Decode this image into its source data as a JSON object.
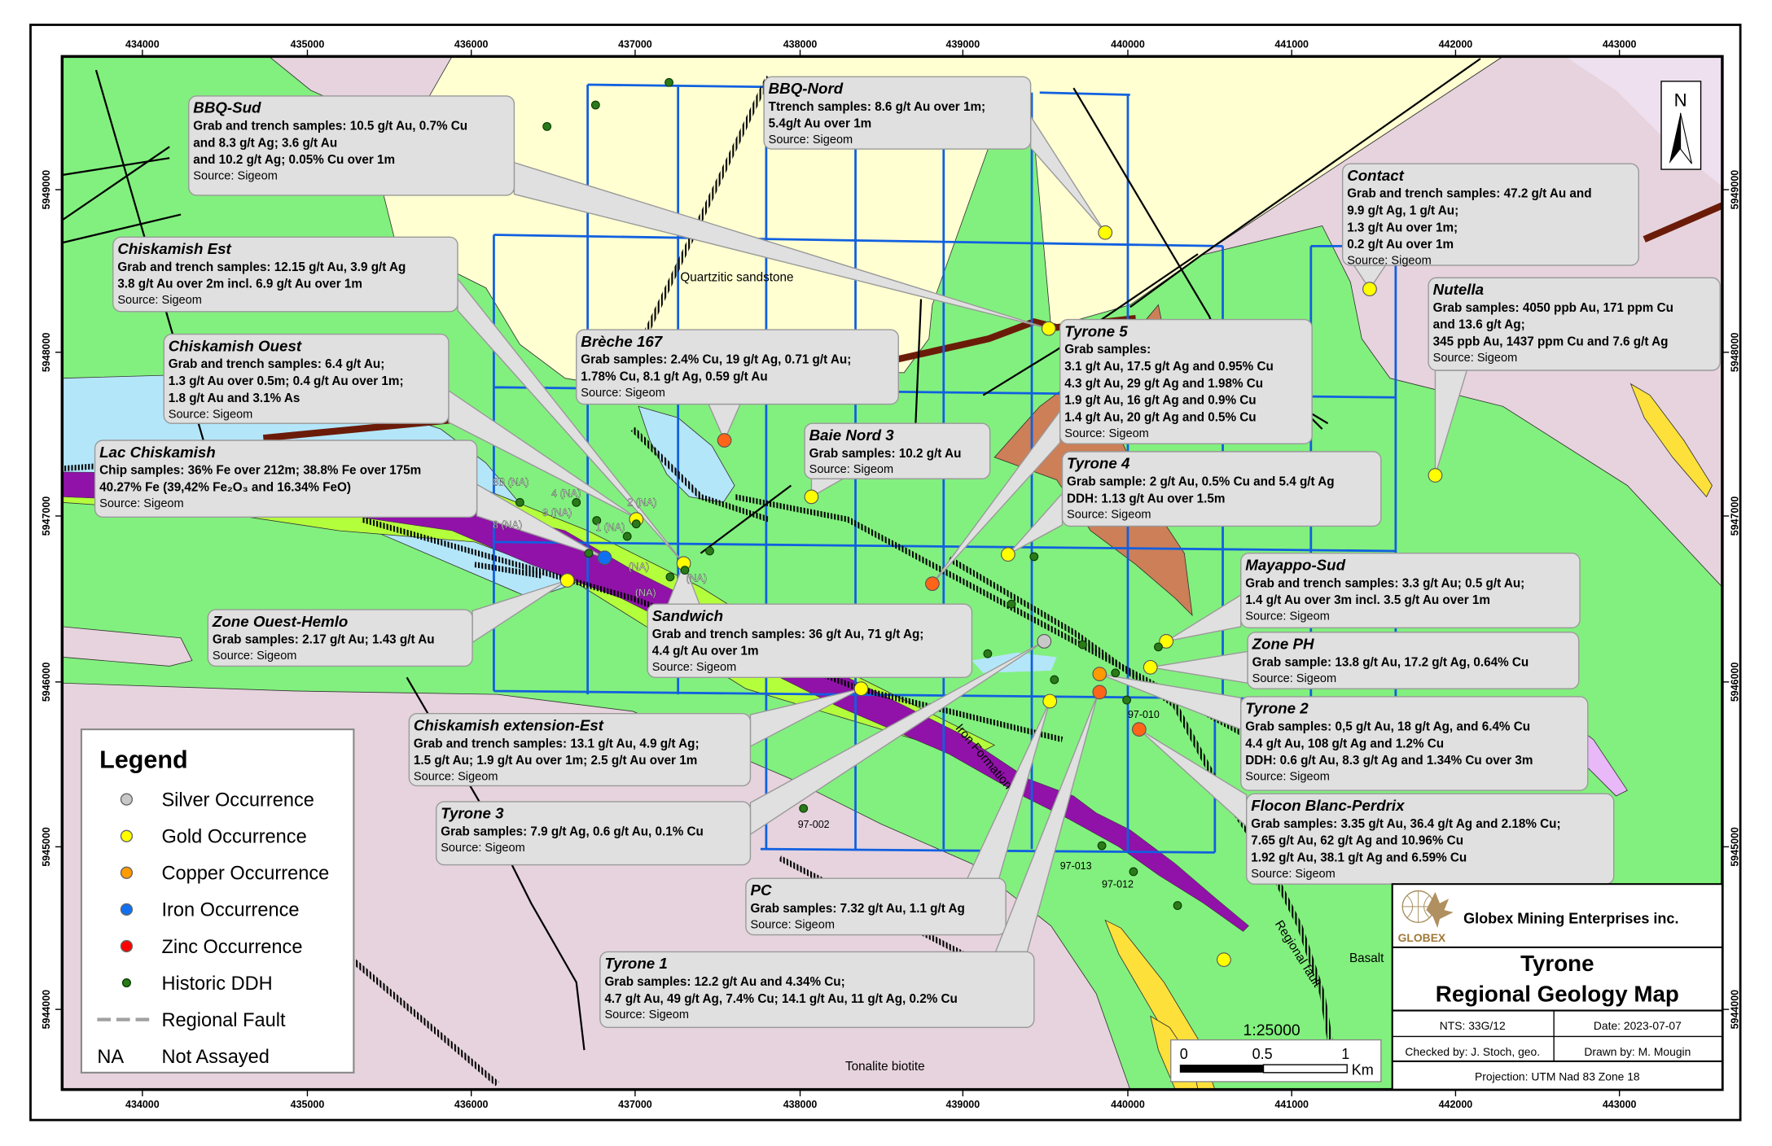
{
  "map": {
    "x_ticks": [
      "434000",
      "435000",
      "436000",
      "437000",
      "438000",
      "439000",
      "440000",
      "441000",
      "442000",
      "443000"
    ],
    "y_ticks": [
      "5949000",
      "5948000",
      "5947000",
      "5946000",
      "5945000",
      "5944000"
    ],
    "labels": {
      "quartzitic": "Quartzitic sandstone",
      "iron_formation": "Iron Formation",
      "tonalite": "Tonalite biotite",
      "basalt": "Basalt",
      "regional_fault": "Regional fault",
      "scale_ratio": "1:25000"
    },
    "north": "N",
    "colors": {
      "basalt_green": "#82f07e",
      "sandstone": "#ffffd2",
      "tonalite": "#e6d3dd",
      "lake": "#b4e6fa",
      "brown_unit": "#cd7f57",
      "iron_formation": "#9012a8",
      "lime_unit": "#b4ff3c",
      "grid": "#1060e0"
    },
    "ddh_labels": [
      "8B (NA)",
      "4 (NA)",
      "3 (NA)",
      "2 (NA)",
      "8 (NA)",
      "1 (NA)",
      "(NA)",
      "(NA)",
      "(NA)",
      "97-002",
      "97-010",
      "97-013",
      "97-012"
    ]
  },
  "callouts": [
    {
      "title": "BBQ-Sud",
      "lines": [
        "Grab and trench samples: 10.5 g/t Au, 0.7% Cu",
        "and 8.3 g/t Ag; 3.6 g/t Au",
        "and 10.2 g/t Ag; 0.05% Cu over 1m"
      ],
      "source": "Source: Sigeom"
    },
    {
      "title": "BBQ-Nord",
      "lines": [
        "Ttrench samples: 8.6 g/t Au over 1m;",
        "5.4g/t Au over 1m"
      ],
      "source": "Source: Sigeom"
    },
    {
      "title": "Contact",
      "lines": [
        "Grab and trench samples: 47.2 g/t Au and",
        "9.9 g/t Ag, 1 g/t Au;",
        "1.3 g/t Au over 1m;",
        "0.2 g/t Au over 1m"
      ],
      "source": "Source: Sigeom"
    },
    {
      "title": "Nutella",
      "lines": [
        "Grab samples: 4050 ppb Au, 171 ppm Cu",
        "and 13.6 g/t Ag;",
        "345 ppb Au, 1437 ppm Cu and 7.6 g/t Ag"
      ],
      "source": "Source: Sigeom"
    },
    {
      "title": "Chiskamish Est",
      "lines": [
        "Grab and trench samples: 12.15 g/t Au, 3.9 g/t Ag",
        "3.8 g/t Au over 2m incl. 6.9 g/t Au over 1m"
      ],
      "source": "Source: Sigeom"
    },
    {
      "title": "Chiskamish Ouest",
      "lines": [
        "Grab and trench samples: 6.4 g/t Au;",
        "1.3 g/t Au over 0.5m; 0.4 g/t Au over 1m;",
        "1.8 g/t Au and 3.1% As"
      ],
      "source": "Source: Sigeom"
    },
    {
      "title": "Brèche 167",
      "lines": [
        "Grab samples: 2.4% Cu, 19 g/t Ag, 0.71 g/t Au;",
        "1.78% Cu, 8.1 g/t Ag, 0.59 g/t Au"
      ],
      "source": "Source: Sigeom"
    },
    {
      "title": "Baie Nord 3",
      "lines": [
        "Grab samples: 10.2 g/t Au"
      ],
      "source": "Source: Sigeom"
    },
    {
      "title": "Tyrone 5",
      "lines": [
        "Grab samples:",
        "3.1 g/t Au, 17.5 g/t Ag and 0.95% Cu",
        "4.3 g/t Au, 29 g/t Ag and 1.98% Cu",
        "1.9 g/t Au, 16 g/t Ag and 0.9% Cu",
        "1.4 g/t Au, 20 g/t Ag and 0.5% Cu"
      ],
      "source": "Source: Sigeom"
    },
    {
      "title": "Tyrone 4",
      "lines": [
        "Grab sample: 2 g/t Au, 0.5% Cu and 5.4 g/t Ag",
        "DDH: 1.13 g/t Au over 1.5m"
      ],
      "source": "Source: Sigeom"
    },
    {
      "title": "Lac Chiskamish",
      "lines": [
        "Chip samples: 36% Fe over 212m; 38.8% Fe over 175m",
        "40.27% Fe (39,42% Fe₂O₃ and 16.34% FeO)"
      ],
      "source": "Source: Sigeom"
    },
    {
      "title": "Mayappo-Sud",
      "lines": [
        "Grab and trench samples: 3.3 g/t Au; 0.5 g/t Au;",
        "1.4 g/t Au over 3m incl. 3.5 g/t Au over 1m"
      ],
      "source": "Source: Sigeom"
    },
    {
      "title": "Zone PH",
      "lines": [
        "Grab sample: 13.8 g/t Au, 17.2 g/t Ag, 0.64% Cu"
      ],
      "source": "Source: Sigeom"
    },
    {
      "title": "Zone Ouest-Hemlo",
      "lines": [
        "Grab samples: 2.17 g/t Au; 1.43 g/t Au"
      ],
      "source": "Source: Sigeom"
    },
    {
      "title": "Sandwich",
      "lines": [
        "Grab and trench samples: 36 g/t Au, 71 g/t Ag;",
        "4.4 g/t Au over 1m"
      ],
      "source": "Source: Sigeom"
    },
    {
      "title": "Tyrone 2",
      "lines": [
        "Grab samples: 0,5 g/t Au, 18 g/t Ag, and 6.4% Cu",
        "4.4 g/t Au, 108 g/t Ag and 1.2% Cu",
        "DDH: 0.6 g/t Au, 8.3 g/t Ag and 1.34% Cu over 3m"
      ],
      "source": "Source: Sigeom"
    },
    {
      "title": "Chiskamish extension-Est",
      "lines": [
        "Grab and trench samples: 13.1 g/t Au, 4.9 g/t Ag;",
        "1.5 g/t Au; 1.9 g/t Au over 1m; 2.5 g/t Au over 1m"
      ],
      "source": "Source: Sigeom"
    },
    {
      "title": "Tyrone 3",
      "lines": [
        "Grab samples: 7.9 g/t Ag, 0.6 g/t Au, 0.1% Cu"
      ],
      "source": "Source: Sigeom"
    },
    {
      "title": "Flocon Blanc-Perdrix",
      "lines": [
        "Grab samples: 3.35 g/t Au, 36.4 g/t Ag and 2.18% Cu;",
        "7.65 g/t Au, 62 g/t Ag and 10.96% Cu",
        "1.92 g/t Au, 38.1 g/t Ag and 6.59% Cu"
      ],
      "source": "Source: Sigeom"
    },
    {
      "title": "PC",
      "lines": [
        "Grab samples: 7.32 g/t Au, 1.1 g/t Ag"
      ],
      "source": "Source: Sigeom"
    },
    {
      "title": "Tyrone 1",
      "lines": [
        "Grab samples: 12.2 g/t Au and 4.34% Cu;",
        "4.7 g/t Au, 49 g/t Ag, 7.4% Cu; 14.1 g/t Au, 11 g/t Ag, 0.2% Cu"
      ],
      "source": "Source: Sigeom"
    }
  ],
  "legend": {
    "title": "Legend",
    "items": [
      {
        "label": "Silver Occurrence",
        "symbol": "circle",
        "color": "#c8c8c8"
      },
      {
        "label": "Gold Occurrence",
        "symbol": "circle",
        "color": "#ffff00"
      },
      {
        "label": "Copper Occurrence",
        "symbol": "circle",
        "color": "#ff9a00"
      },
      {
        "label": "Iron Occurrence",
        "symbol": "circle",
        "color": "#1070f0"
      },
      {
        "label": "Zinc Occurrence",
        "symbol": "circle",
        "color": "#ff0000"
      },
      {
        "label": "Historic DDH",
        "symbol": "dot",
        "color": "#2a7a1a"
      },
      {
        "label": "Regional Fault",
        "symbol": "dash",
        "color": "#a0a0a0"
      },
      {
        "label": "Not Assayed",
        "symbol": "NA",
        "color": "#000000"
      }
    ]
  },
  "title_block": {
    "company": "Globex Mining Enterprises inc.",
    "logo_text": "GLOBEX",
    "title_line1": "Tyrone",
    "title_line2": "Regional Geology Map",
    "nts": "NTS: 33G/12",
    "date": "Date: 2023-07-07",
    "checked": "Checked by: J. Stoch, geo.",
    "drawn": "Drawn by: M. Mougin",
    "projection": "Projection: UTM Nad 83 Zone 18"
  },
  "scale_bar": {
    "labels": [
      "0",
      "0.5",
      "1"
    ],
    "unit": "Km"
  }
}
